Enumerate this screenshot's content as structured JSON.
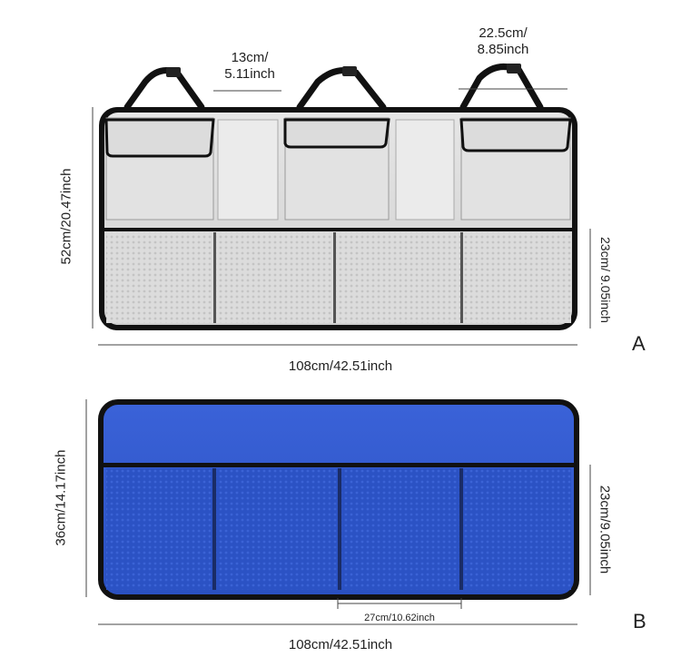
{
  "organizer_a": {
    "letter": "A",
    "height_label": "52cm/20.47inch",
    "width_label": "108cm/42.51inch",
    "pocket_height_label": "23cm/ 9.05inch",
    "strap_label_1": "13cm/",
    "strap_label_2": "5.11inch",
    "handle_label_1": "22.5cm/",
    "handle_label_2": "8.85inch",
    "body_color": "#d9d9d9",
    "trim_color": "#111111"
  },
  "organizer_b": {
    "letter": "B",
    "height_label": "36cm/14.17inch",
    "width_label": "108cm/42.51inch",
    "pocket_height_label": "23cm/9.05inch",
    "pocket_width_label": "27cm/10.62inch",
    "body_color": "#2f56c8",
    "trim_color": "#111111"
  }
}
